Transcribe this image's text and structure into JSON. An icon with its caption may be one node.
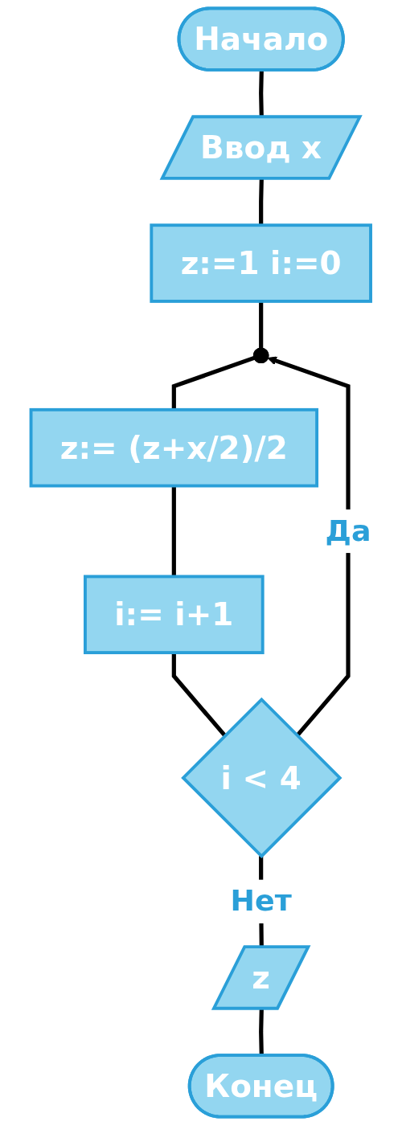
{
  "diagram": {
    "nodes": [
      {
        "text": [
          "Начало"
        ]
      },
      {
        "text": [
          "Ввод x"
        ]
      },
      {
        "text": [
          "z:=1 i:=0"
        ]
      },
      {
        "text": [],
        "shape": "circle"
      },
      {
        "text": [
          "z:= (z+x/2)/2"
        ]
      },
      {
        "text": [
          "i:= i+1"
        ]
      },
      {
        "text": [
          "i < 4"
        ]
      },
      {
        "text": [
          "z"
        ]
      },
      {
        "text": [
          "Конец"
        ]
      }
    ],
    "edges": [
      {
        "from": 0,
        "to": 1,
        "arrow": "none"
      },
      {
        "from": 1,
        "to": 2,
        "arrow": "none"
      },
      {
        "from": 2,
        "to": 3,
        "arrow": "none"
      },
      {
        "from": 3,
        "to": 4,
        "arrow": "none"
      },
      {
        "from": 4,
        "to": 5,
        "arrow": "none"
      },
      {
        "from": 5,
        "to": 6,
        "arrow": "none"
      },
      {
        "from": 6,
        "to": 3,
        "arrow": "to",
        "label": "Да"
      },
      {
        "from": 6,
        "to": 7,
        "arrow": "none",
        "label": "Нет"
      },
      {
        "from": 7,
        "to": 8,
        "arrow": "none"
      }
    ]
  }
}
